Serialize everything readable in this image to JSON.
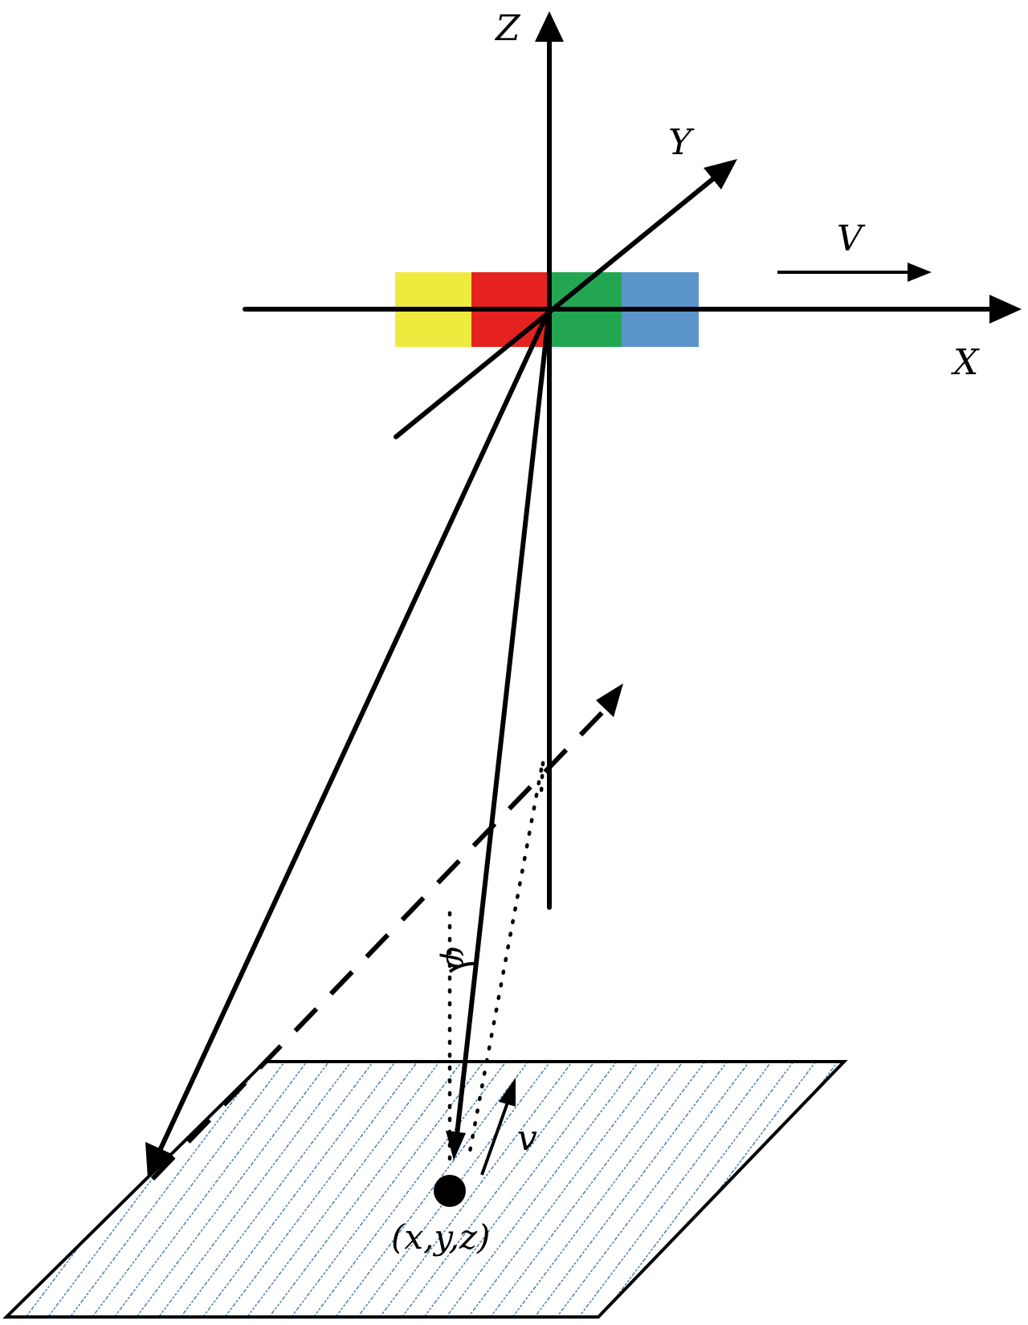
{
  "axes": {
    "x_label": "X",
    "y_label": "Y",
    "z_label": "Z"
  },
  "velocity": {
    "platform_label": "V",
    "target_label": "v"
  },
  "angle": {
    "label": "φ"
  },
  "target": {
    "label": "(x,y,z)"
  },
  "sensor_strip": {
    "colors": [
      "#eeea3e",
      "#e5221f",
      "#22a652",
      "#5b93cb"
    ]
  },
  "ground_plane": {
    "hatch_color": "#4d7fb0"
  }
}
